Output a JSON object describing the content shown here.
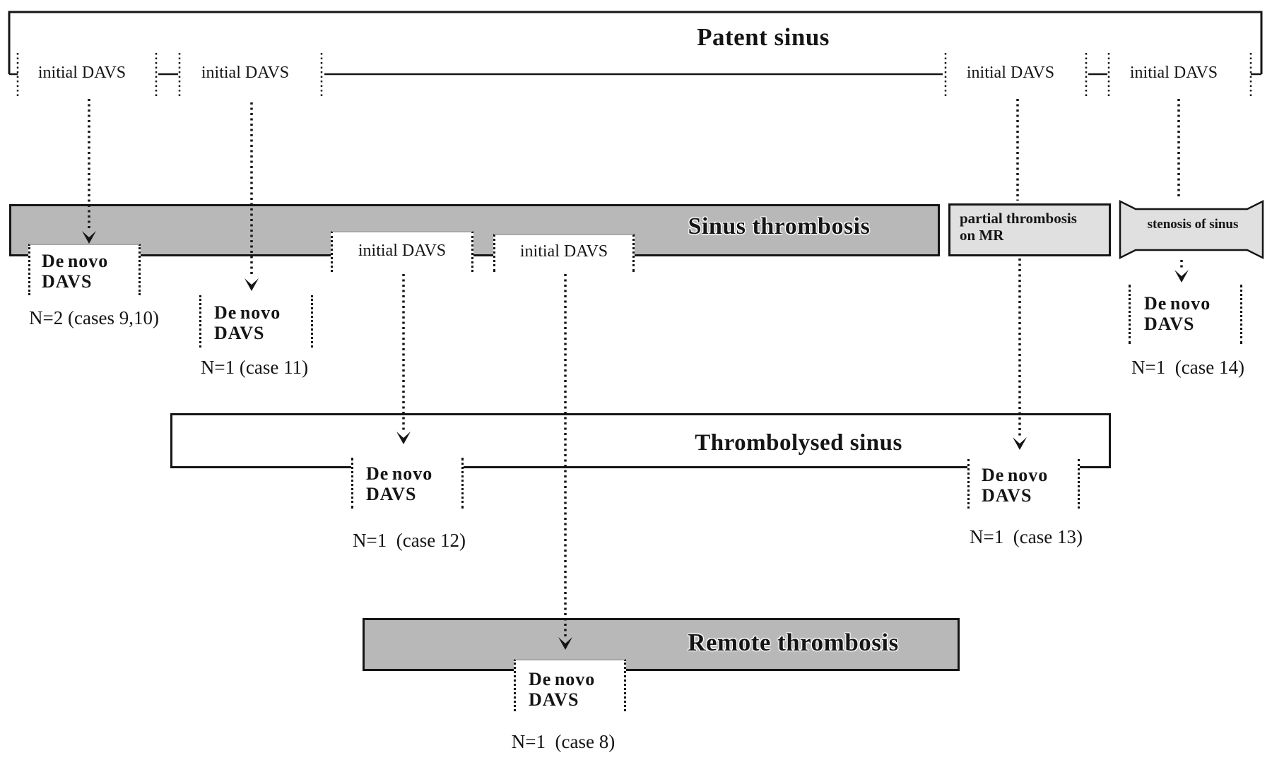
{
  "stages": {
    "patent_sinus": "Patent sinus",
    "sinus_thrombosis": "Sinus thrombosis",
    "thrombolysed_sinus": "Thrombolysed sinus",
    "remote_thrombosis": "Remote thrombosis"
  },
  "conditions": {
    "partial_thrombosis_line1": "partial thrombosis",
    "partial_thrombosis_line2": "on MR",
    "stenosis_of_sinus": "stenosis of sinus"
  },
  "initial_davs_labels": [
    "initial DAVS",
    "initial DAVS",
    "initial DAVS",
    "initial DAVS",
    "initial DAVS",
    "initial DAVS"
  ],
  "denovo_events": [
    {
      "line1": "De novo",
      "line2": "DAVS",
      "count": "N=2 (cases 9,10)"
    },
    {
      "line1": "De novo",
      "line2": "DAVS",
      "count": "N=1 (case 11)"
    },
    {
      "line1": "De novo",
      "line2": "DAVS",
      "count": "N=1  (case 12)"
    },
    {
      "line1": "De novo",
      "line2": "DAVS",
      "count": "N=1  (case 13)"
    },
    {
      "line1": "De novo",
      "line2": "DAVS",
      "count": "N=1  (case 8)"
    },
    {
      "line1": "De novo",
      "line2": "DAVS",
      "count": "N=1  (case 14)"
    }
  ],
  "colors": {
    "bar_fill": "#b8b8b8",
    "light_box_fill": "#e0e0e0",
    "line": "#151515",
    "background": "#ffffff"
  }
}
